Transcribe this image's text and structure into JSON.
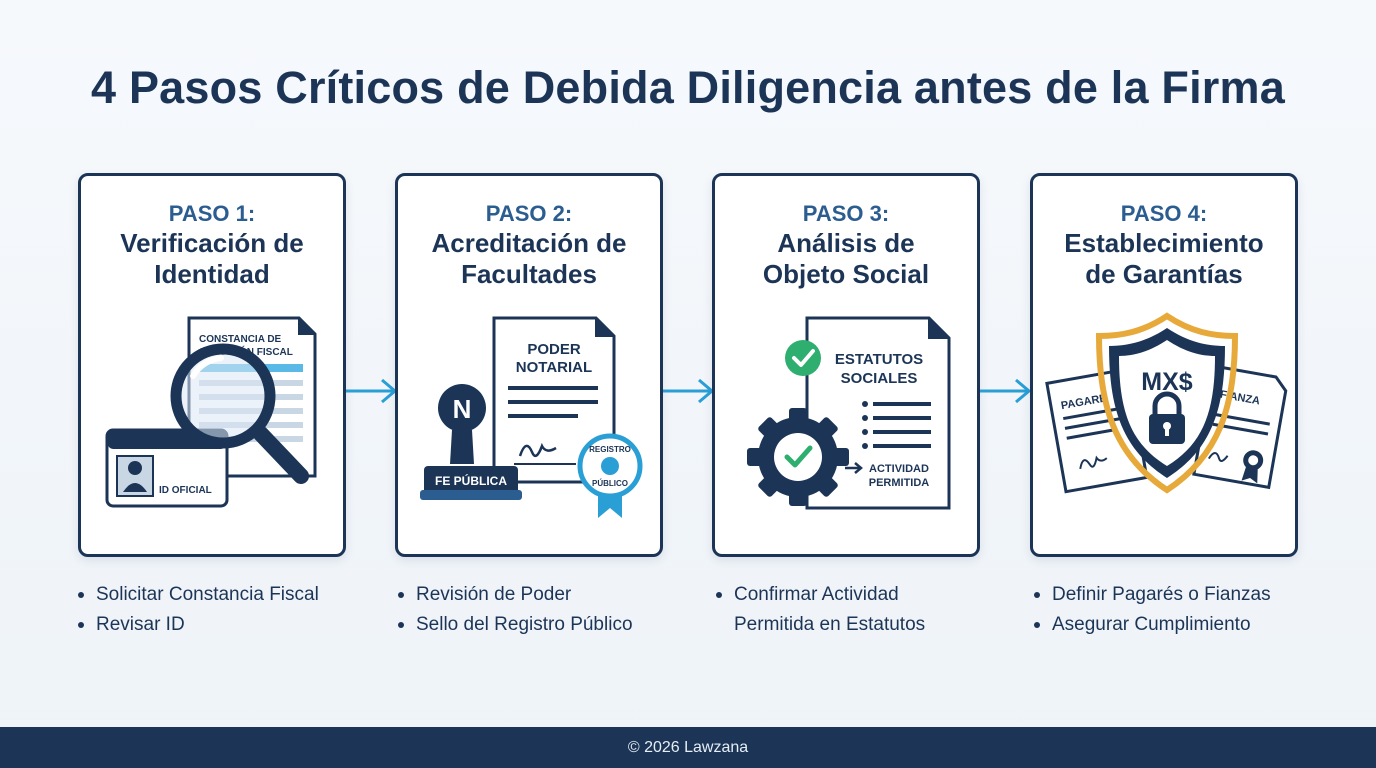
{
  "title": "4 Pasos Críticos de Debida Diligencia antes de la Firma",
  "colors": {
    "navy": "#1c3557",
    "accent_blue": "#2a9fd6",
    "step_blue": "#2b5d90",
    "check_green": "#2eae6f",
    "gold": "#e6a93a",
    "background": "#f4f7fb"
  },
  "steps": [
    {
      "step": "PASO 1:",
      "title_line1": "Verificación de",
      "title_line2": "Identidad",
      "illustration": {
        "icon": "identity-verification-icon",
        "doc_line1": "CONSTANCIA DE",
        "doc_line2": "SITUACIÓN FISCAL",
        "id_label": "ID OFICIAL"
      },
      "bullets": [
        "Solicitar Constancia Fiscal",
        "Revisar ID"
      ]
    },
    {
      "step": "PASO 2:",
      "title_line1": "Acreditación de",
      "title_line2": "Facultades",
      "illustration": {
        "icon": "notarial-stamp-icon",
        "doc_line1": "PODER",
        "doc_line2": "NOTARIAL",
        "stamp_letter": "N",
        "stamp_label": "FE PÚBLICA",
        "seal_line1": "REGISTRO",
        "seal_line2": "PÚBLICO"
      },
      "bullets": [
        "Revisión de Poder",
        "Sello del Registro Público"
      ]
    },
    {
      "step": "PASO 3:",
      "title_line1": "Análisis de",
      "title_line2": "Objeto Social",
      "illustration": {
        "icon": "gear-check-icon",
        "doc_line1": "ESTATUTOS",
        "doc_line2": "SOCIALES",
        "activity_line1": "ACTIVIDAD",
        "activity_line2": "PERMITIDA"
      },
      "bullets": [
        "Confirmar Actividad",
        "Permitida en Estatutos"
      ]
    },
    {
      "step": "PASO 4:",
      "title_line1": "Establecimiento",
      "title_line2": "de Garantías",
      "illustration": {
        "icon": "shield-lock-icon",
        "currency": "MX$",
        "left_doc": "PAGARÉ",
        "right_doc": "FIANZA"
      },
      "bullets": [
        "Definir Pagarés o Fianzas",
        "Asegurar Cumplimiento"
      ]
    }
  ],
  "footer": "© 2026 Lawzana"
}
